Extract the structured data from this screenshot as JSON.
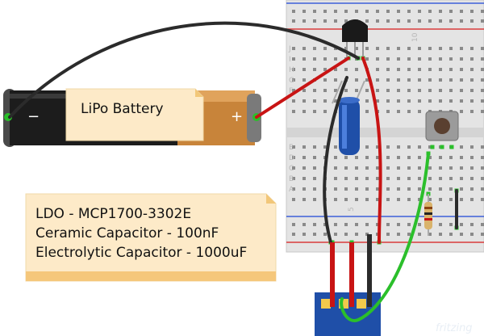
{
  "battery": {
    "label": "LiPo Battery",
    "minus_symbol": "−",
    "plus_symbol": "+"
  },
  "note": {
    "lines": [
      "LDO - MCP1700-3302E",
      "Ceramic Capacitor - 100nF",
      "Electrolytic Capacitor - 1000uF"
    ]
  },
  "breadboard": {
    "row_letters_top": [
      "J",
      "I",
      "H",
      "G",
      "F"
    ],
    "row_letters_bottom": [
      "E",
      "D",
      "C",
      "B",
      "A"
    ],
    "column_numbers": [
      "5",
      "10"
    ]
  },
  "watermark": "fritzing",
  "colors": {
    "wire_black": "#2b2b2b",
    "wire_red": "#c81414",
    "wire_green": "#2bbf2b",
    "rail_red": "#d93c3c",
    "rail_blue": "#3c5fd9",
    "note_fill": "#fdeac8",
    "module_blue": "#1f4fa8"
  }
}
